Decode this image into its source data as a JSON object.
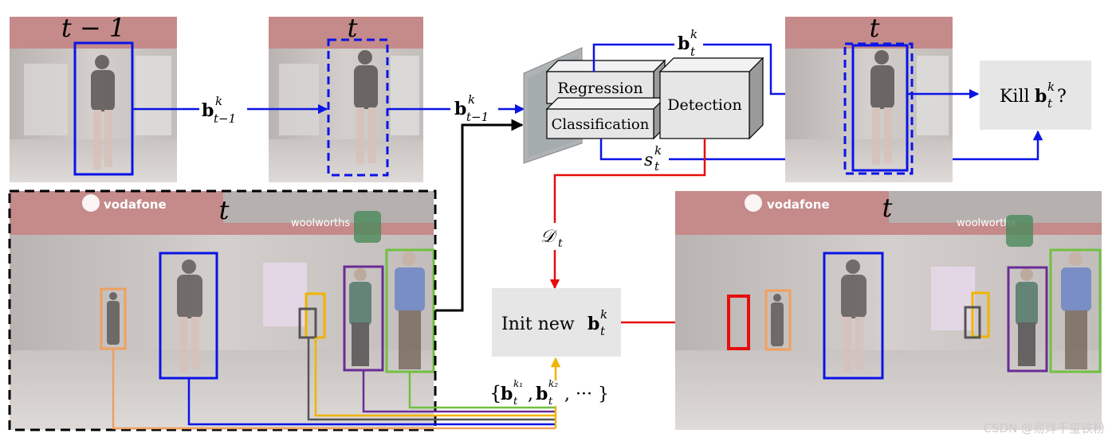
{
  "frames": {
    "prev_frame_label": "t − 1",
    "curr_frame_label": "t",
    "out_frame_label": "t",
    "big_frame_label": "t",
    "result_frame_label": "t"
  },
  "store_signs": {
    "brand_left": "vodafone",
    "brand_right": "woolworths",
    "brand_left_2": "vodafone",
    "brand_right_2": "woolworths"
  },
  "network": {
    "regression_label": "Regression",
    "classification_label": "Classification",
    "detection_label": "Detection"
  },
  "math": {
    "box_prev_bold": "b",
    "box_prev_sup": "k",
    "box_prev_sub": "t−1",
    "box_prev2_bold": "b",
    "box_prev2_sup": "k",
    "box_prev2_sub": "t−1",
    "box_curr_bold": "b",
    "box_curr_sup": "k",
    "box_curr_sub": "t",
    "score_main": "s",
    "score_sup": "k",
    "score_sub": "t",
    "det_main": "𝒟",
    "det_sub": "t",
    "set_open": "{",
    "set_b1": "b",
    "set_b1_sub": "t",
    "set_b1_sup": "k₁",
    "set_comma": ",",
    "set_b2": "b",
    "set_b2_sub": "t",
    "set_b2_sup": "k₂",
    "set_rest": ", ··· }"
  },
  "kill_box": {
    "prefix": "Kill ",
    "bold": "b",
    "sup": "k",
    "sub": "t",
    "suffix": "?"
  },
  "init_box": {
    "prefix": "Init new ",
    "bold": "b",
    "sup": "k",
    "sub": "t"
  },
  "watermark": "CSDN @易烊千玺铁粉",
  "colors": {
    "blue": "#0a14e6",
    "red": "#e60d0d",
    "black": "#000000",
    "orange": "#f0a060",
    "yellow": "#f0b400",
    "purple": "#6a2c96",
    "green": "#70c040",
    "gray_box": "#e6e6e6",
    "dark_gray": "#555555"
  }
}
